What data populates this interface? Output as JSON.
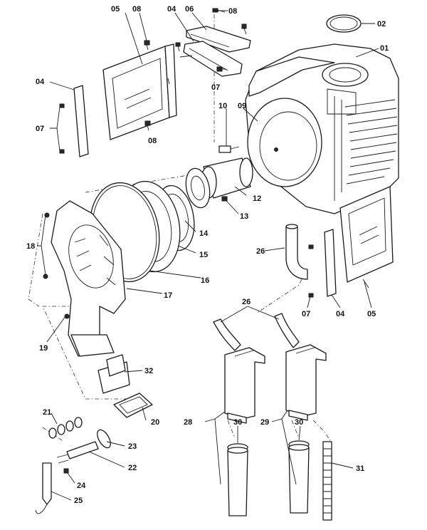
{
  "labels": {
    "l01": "01",
    "l02": "02",
    "l04a": "04",
    "l04b": "04",
    "l04c": "04",
    "l05a": "05",
    "l05b": "05",
    "l06": "06",
    "l07a": "07",
    "l07b": "07",
    "l07c": "07",
    "l08a": "08",
    "l08b": "08",
    "l08c": "08",
    "l09": "09",
    "l10": "10",
    "l12": "12",
    "l13": "13",
    "l14": "14",
    "l15": "15",
    "l16": "16",
    "l17": "17",
    "l18": "18",
    "l19": "19",
    "l20": "20",
    "l21": "21",
    "l22": "22",
    "l23": "23",
    "l24": "24",
    "l25": "25",
    "l26a": "26",
    "l26b": "26",
    "l28": "28",
    "l29": "29",
    "l30a": "30",
    "l30b": "30",
    "l31": "31",
    "l32": "32"
  }
}
